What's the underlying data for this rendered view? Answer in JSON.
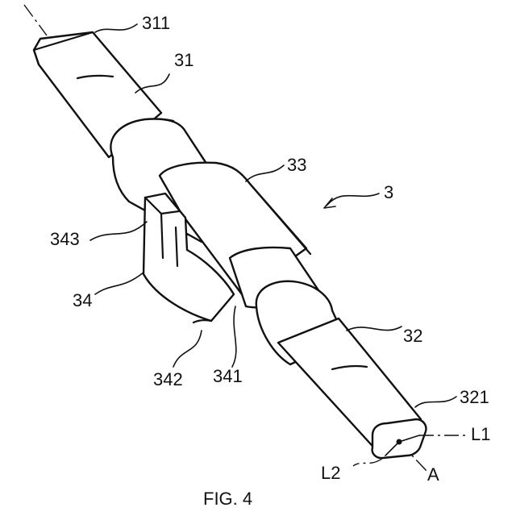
{
  "figure": {
    "caption": "FIG. 4",
    "labels": {
      "l311": "311",
      "l31": "31",
      "l33": "33",
      "l3": "3",
      "l343": "343",
      "l34": "34",
      "l342": "342",
      "l341": "341",
      "l32": "32",
      "l321": "321",
      "lL1": "L1",
      "lL2": "L2",
      "lA": "A"
    }
  }
}
